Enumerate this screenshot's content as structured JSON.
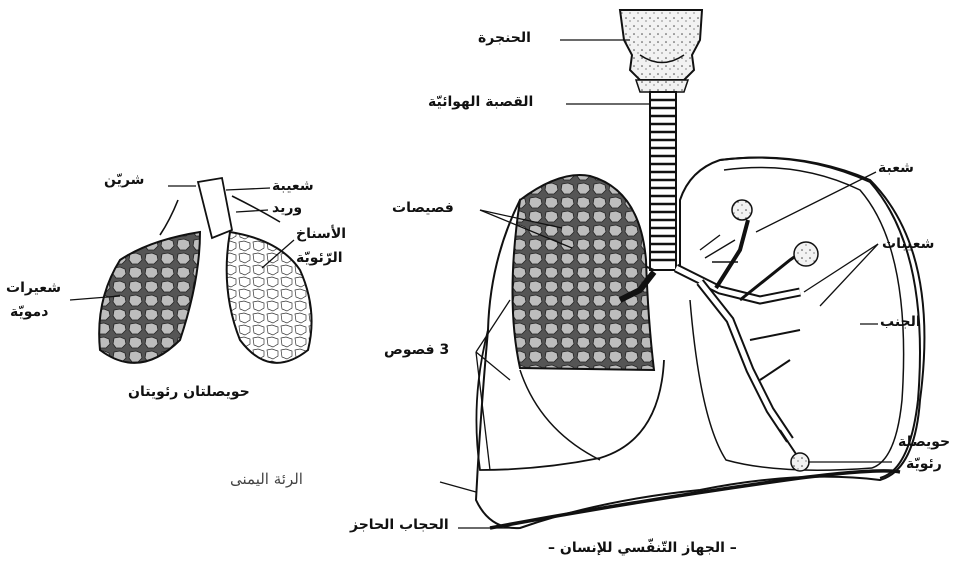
{
  "labels": {
    "larynx": "الحنجرة",
    "trachea": "القصبة الهوائيّة",
    "bronchus": "شعبة",
    "lobules": "فصيصات",
    "bronchioles": "شعيبات",
    "pleura": "الجنب",
    "three_lobes": "3 فصوص",
    "right_lung": "الرئة اليمنى",
    "diaphragm": "الحجاب الحاجز",
    "alveolus_line1": "حويصلة",
    "alveolus_line2": "رئويّة",
    "system_title": "– الجهاز التّنفّسي للإنسان –",
    "artery": "شريّن",
    "bronchiole_small": "شعيبة",
    "vein": "وريد",
    "sacs_line1": "الأسناخ",
    "sacs_line2": "الرّئويّة",
    "capillaries_line1": "شعيرات",
    "capillaries_line2": "دمويّة",
    "two_alveoli_title": "حويصلتان رئويتان"
  }
}
